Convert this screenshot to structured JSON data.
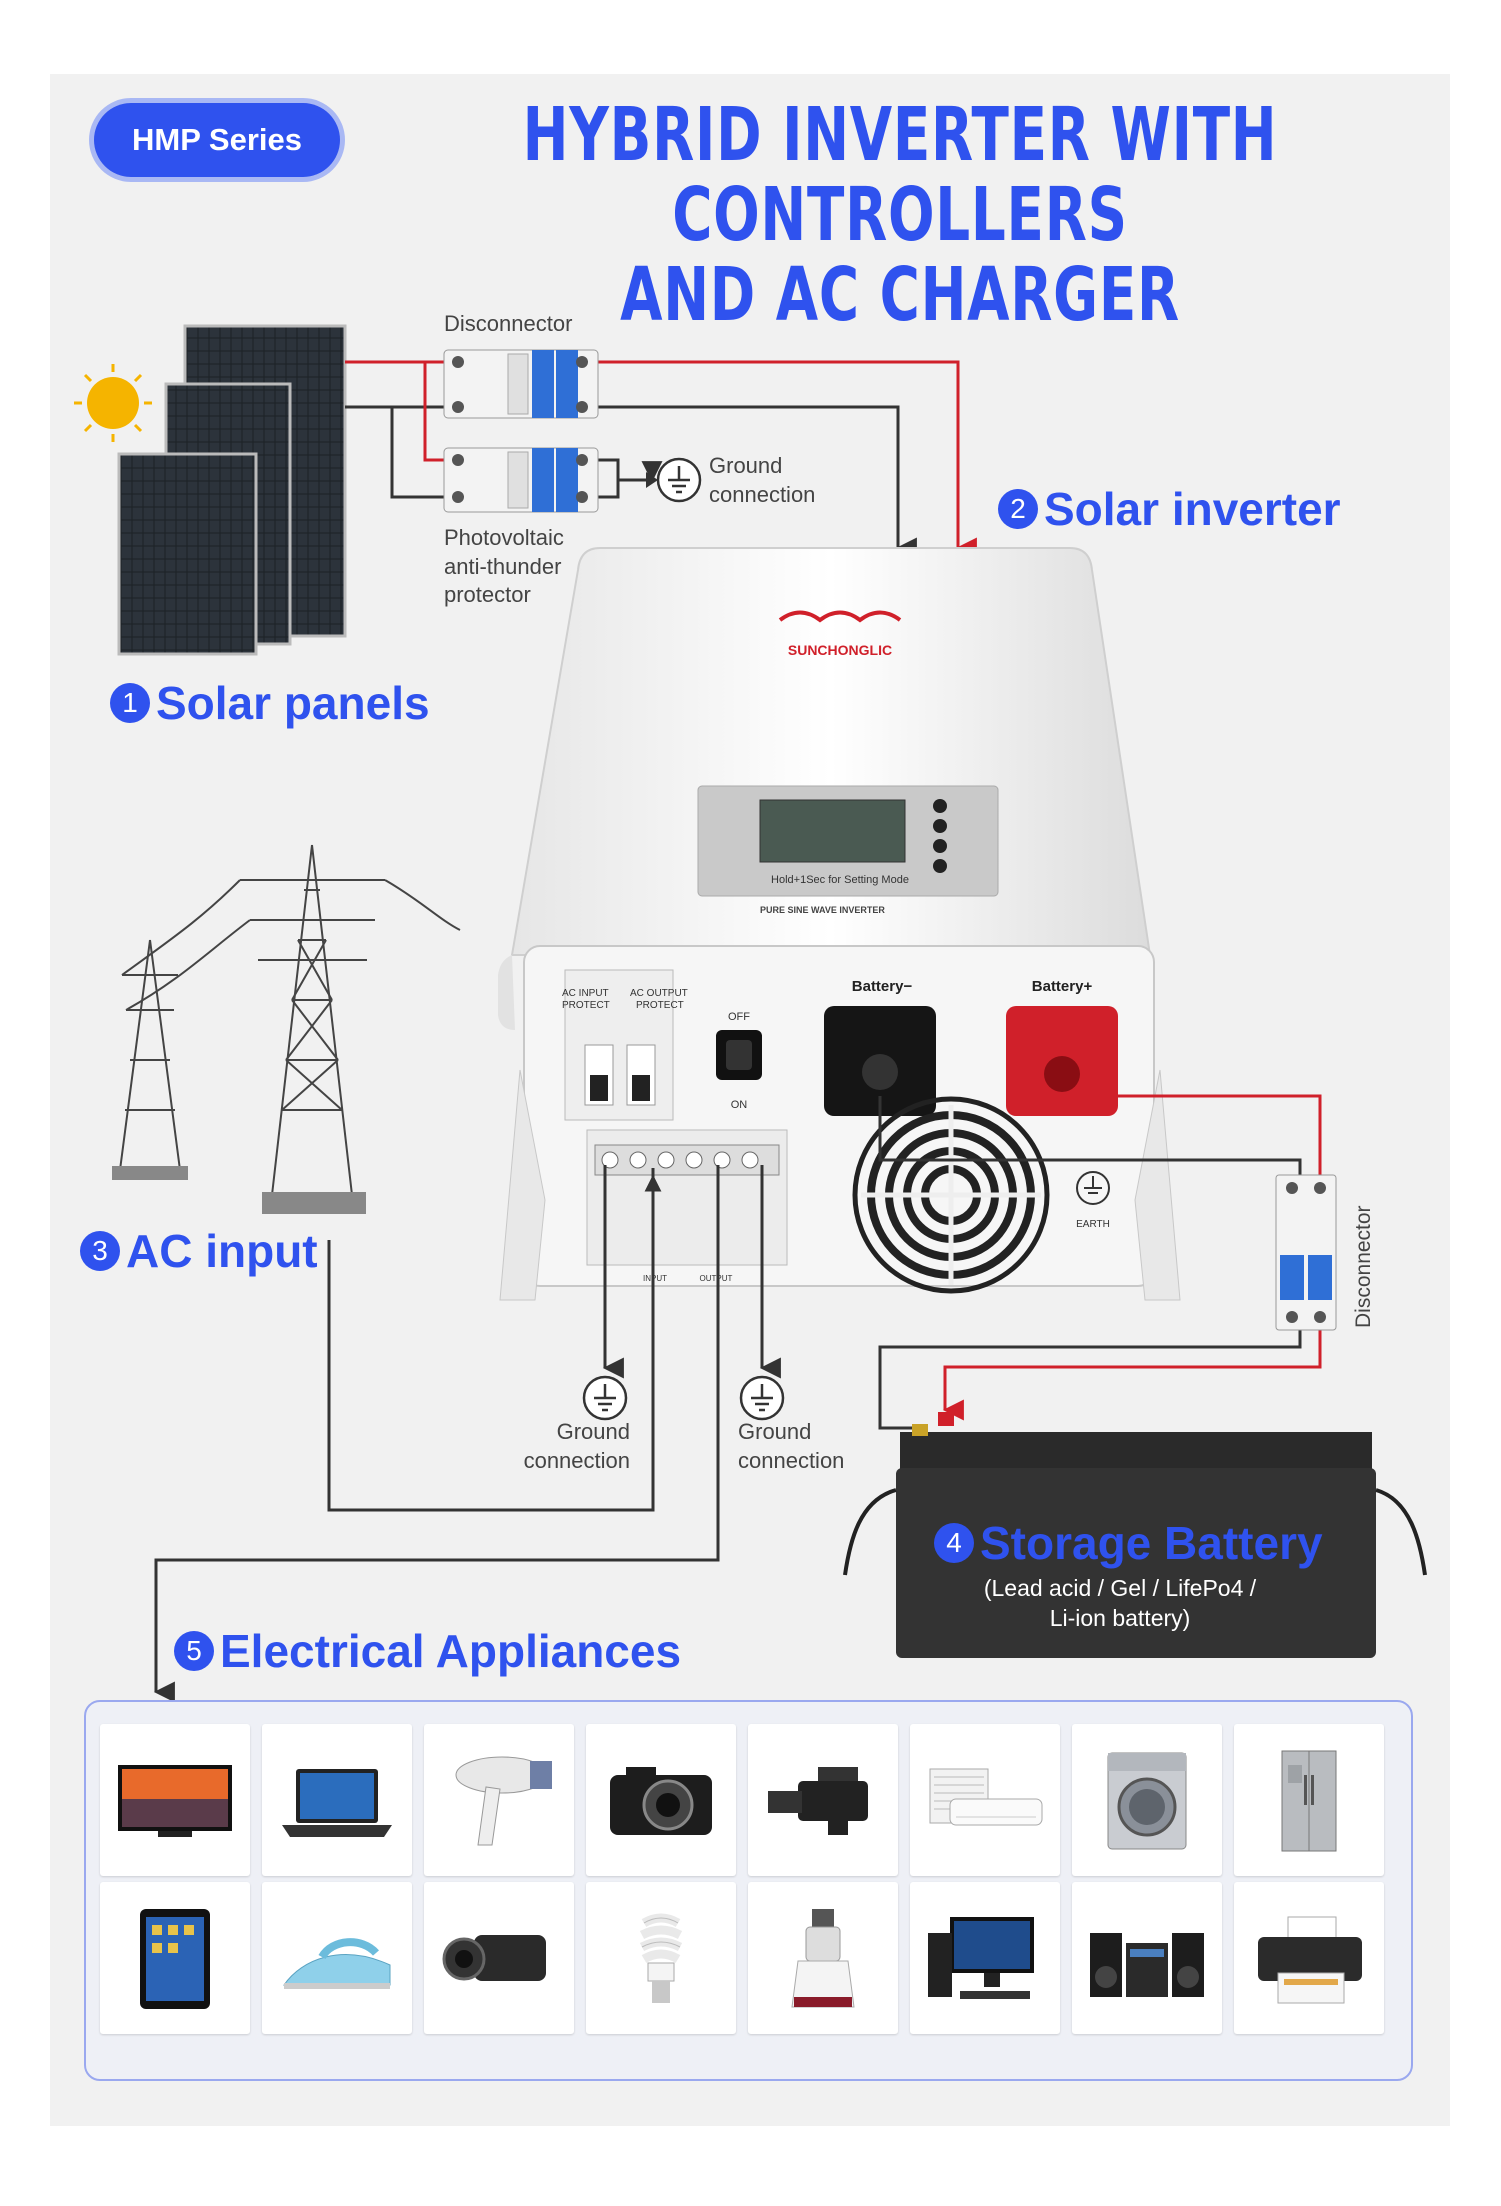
{
  "series_badge": "HMP Series",
  "title_line1": "HYBRID INVERTER WITH CONTROLLERS",
  "title_line2": "AND AC CHARGER",
  "labels": {
    "disconnector_top": "Disconnector",
    "pv_protector_1": "Photovoltaic",
    "pv_protector_2": "anti-thunder",
    "pv_protector_3": "protector",
    "ground_top_1": "Ground",
    "ground_top_2": "connection",
    "ground_left_1": "Ground",
    "ground_left_2": "connection",
    "ground_right_1": "Ground",
    "ground_right_2": "connection",
    "disconnector_right": "Disconnector"
  },
  "components": [
    {
      "num": "1",
      "label": "Solar panels"
    },
    {
      "num": "2",
      "label": "Solar inverter"
    },
    {
      "num": "3",
      "label": "AC input"
    },
    {
      "num": "4",
      "label": "Storage Battery"
    },
    {
      "num": "5",
      "label": "Electrical Appliances"
    }
  ],
  "battery_types_1": "(Lead acid / Gel / LifePo4 /",
  "battery_types_2": "Li-ion battery)",
  "inverter": {
    "brand": "SUNCHONGLIC",
    "display_caption": "Hold+1Sec for Setting Mode",
    "nameplate_title": "PURE SINE WAVE INVERTER",
    "ac_input_protect": [
      "AC INPUT",
      "PROTECT"
    ],
    "ac_output_protect": [
      "AC OUTPUT",
      "PROTECT"
    ],
    "switch_off": "OFF",
    "switch_on": "ON",
    "battery_neg": "Battery−",
    "battery_pos": "Battery+",
    "earth": "EARTH",
    "terminal_input": "INPUT",
    "terminal_output": "OUTPUT"
  },
  "colors": {
    "accent": "#2f52ee",
    "positive_wire": "#d0202a",
    "negative_wire": "#333333"
  },
  "appliances": [
    {
      "icon": "tv-icon"
    },
    {
      "icon": "laptop-icon"
    },
    {
      "icon": "hair-dryer-icon"
    },
    {
      "icon": "camera-icon"
    },
    {
      "icon": "video-camera-icon"
    },
    {
      "icon": "air-conditioner-icon"
    },
    {
      "icon": "washing-machine-icon"
    },
    {
      "icon": "refrigerator-icon"
    },
    {
      "icon": "tablet-icon"
    },
    {
      "icon": "iron-icon"
    },
    {
      "icon": "camcorder-icon"
    },
    {
      "icon": "cfl-bulb-icon"
    },
    {
      "icon": "juicer-icon"
    },
    {
      "icon": "desktop-pc-icon"
    },
    {
      "icon": "stereo-icon"
    },
    {
      "icon": "printer-icon"
    }
  ]
}
